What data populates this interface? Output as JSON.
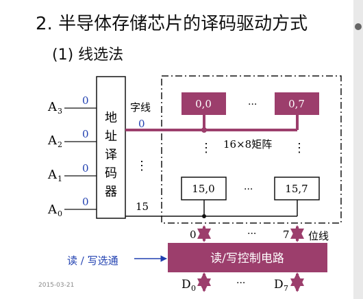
{
  "title": "2. 半导体存储芯片的译码驱动方式",
  "subtitle": "(1) 线选法",
  "date": "2015-03-21",
  "colors": {
    "accent_purple": "#9c3e6c",
    "address_blue": "#1f3fb0",
    "dark": "#111111"
  },
  "address_inputs": [
    {
      "label": "A",
      "sub": "3",
      "value": "0"
    },
    {
      "label": "A",
      "sub": "2",
      "value": "0"
    },
    {
      "label": "A",
      "sub": "1",
      "value": "0"
    },
    {
      "label": "A",
      "sub": "0",
      "value": "0"
    }
  ],
  "decoder": {
    "chars": [
      "地",
      "址",
      "译",
      "码",
      "器"
    ]
  },
  "word_line_label": "字线",
  "word_line_first": "0",
  "word_line_last": "15",
  "vdots": "⋮",
  "hdots": "···",
  "cells": {
    "top_left": "0,0",
    "top_right": "0,7",
    "bottom_left": "15,0",
    "bottom_right": "15,7"
  },
  "matrix_label": "16×8矩阵",
  "bit_line_first": "0",
  "bit_line_last": "7",
  "bit_line_label": "位线",
  "rw_select_label": "读 / 写选通",
  "control_label": "读/写控制电路",
  "data_outputs": [
    {
      "label": "D",
      "sub": "0"
    },
    {
      "label": "D",
      "sub": "7"
    }
  ]
}
